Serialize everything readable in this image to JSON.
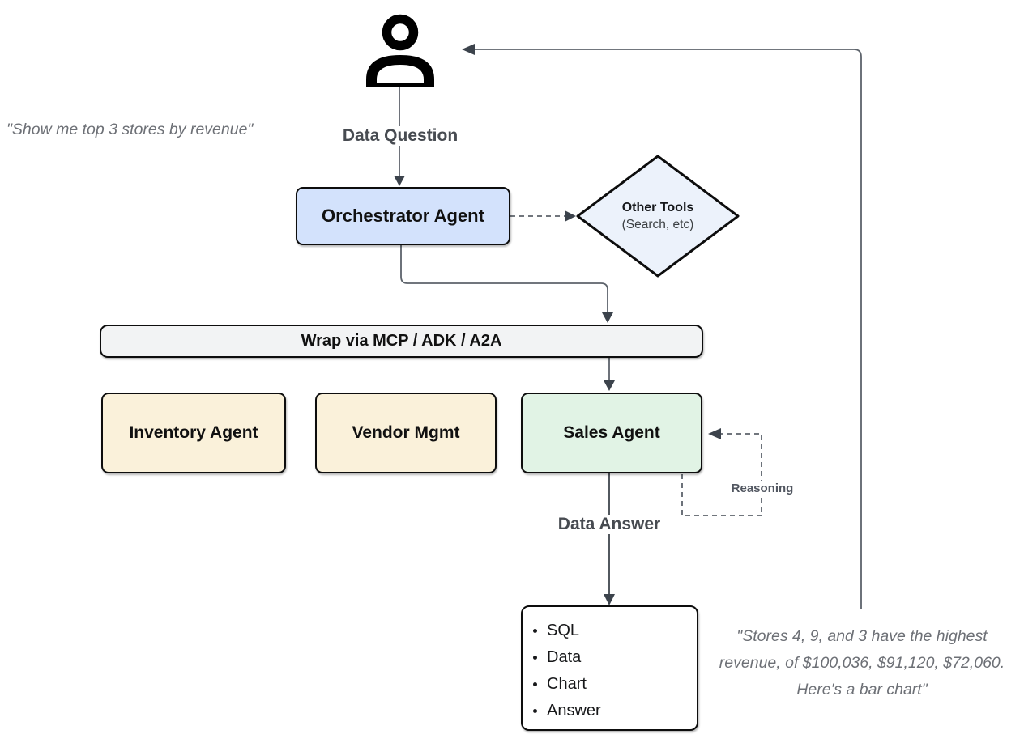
{
  "diagram": {
    "user": {
      "quote": "\"Show me top 3 stores by revenue\"",
      "flow_out_label": "Data Question"
    },
    "orchestrator": {
      "label": "Orchestrator Agent"
    },
    "other_tools": {
      "title": "Other Tools",
      "subtitle": "(Search, etc)"
    },
    "wrapper_bar": {
      "label": "Wrap via MCP / ADK / A2A"
    },
    "agents": {
      "inventory": {
        "label": "Inventory Agent"
      },
      "vendor": {
        "label": "Vendor Mgmt"
      },
      "sales": {
        "label": "Sales Agent"
      }
    },
    "reasoning_label": "Reasoning",
    "answer_flow_label": "Data Answer",
    "output_box": {
      "items": [
        "SQL",
        "Data",
        "Chart",
        "Answer"
      ]
    },
    "response_quote": {
      "line1": "\"Stores 4, 9, and 3 have the highest",
      "line2": "revenue, of $100,036, $91,120, $72,060.",
      "line3": "Here's a bar chart\""
    },
    "colors": {
      "orchestrator_fill": "#d3e2fc",
      "other_tools_fill": "#ecf2fb",
      "wrapper_bar_fill": "#f2f3f4",
      "agent_fill": "#faf1da",
      "sales_agent_fill": "#e1f3e5",
      "output_fill": "#ffffff",
      "node_border": "#0d0d0d",
      "connector_line": "#5d636b",
      "arrowhead": "#3c434c",
      "flow_label_text": "#474b51",
      "quote_text": "#6d7076"
    }
  }
}
